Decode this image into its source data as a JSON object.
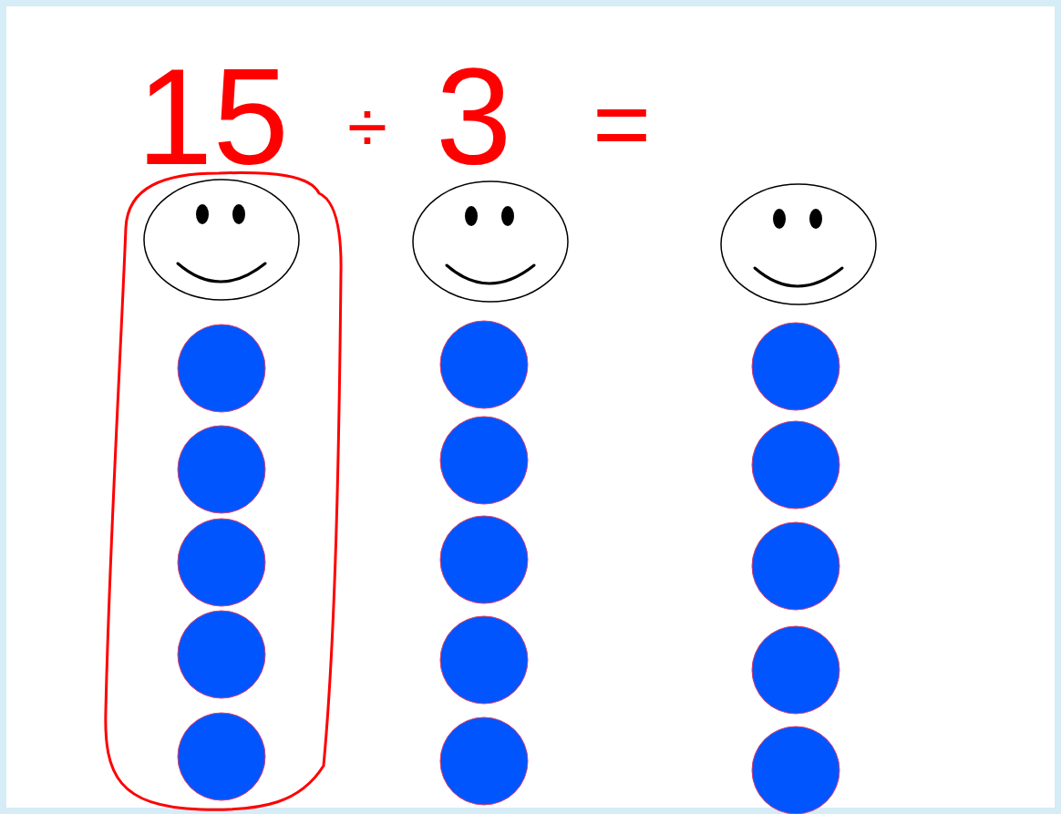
{
  "diagram": {
    "labels": [
      "15",
      "÷",
      "3",
      "="
    ]
  }
}
